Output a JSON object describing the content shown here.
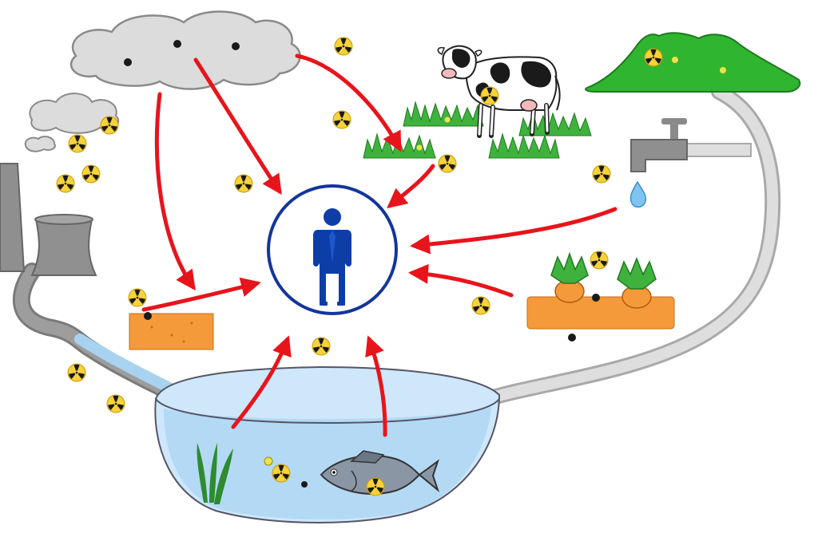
{
  "diagram": {
    "type": "radiation-exposure-pathways",
    "center": "person-icon",
    "sources": [
      "rain-cloud",
      "power-plant-smoke",
      "cow-on-grass",
      "tap-water",
      "crop-vegetables",
      "contaminated-soil",
      "river-water",
      "fish-in-pond",
      "mountain-forest"
    ],
    "colors": {
      "arrow": "#e8141b",
      "person": "#0d3ea8",
      "circle": "#13359c",
      "cloud": "#d9d9d9",
      "grass": "#3fb23d",
      "mountain": "#2fb52f",
      "soil": "#f49a3a",
      "water": "#b9dcf6",
      "pipe": "#d3d3d3",
      "radiation_symbol": "#f2c41c"
    }
  }
}
